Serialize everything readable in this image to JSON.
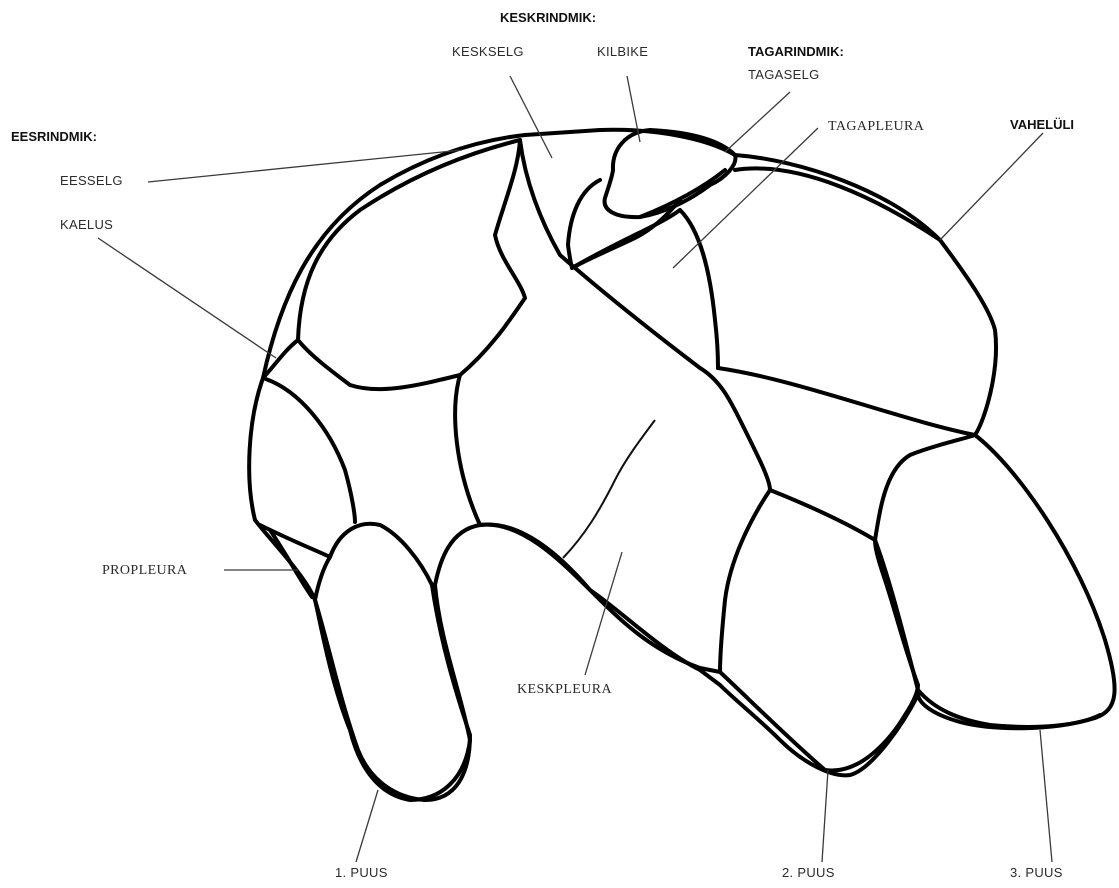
{
  "labels": {
    "keskrindmik": "KESKRINDMIK:",
    "kesksel": "KESKSELG",
    "kilbike": "KILBIKE",
    "tagarindmik": "TAGARINDMIK:",
    "tagaselg": "TAGASELG",
    "eesrindmik": "EESRINDMIK:",
    "tagapleura": "TAGAPLEURA",
    "vaheluli": "VAHELÜLI",
    "eesselg": "EESSELG",
    "kaelus": "KAELUS",
    "propleura": "PROPLEURA",
    "keskpleura": "KESKPLEURA",
    "puus1": "1. PUUS",
    "puus2": "2. PUUS",
    "puus3": "3. PUUS"
  }
}
